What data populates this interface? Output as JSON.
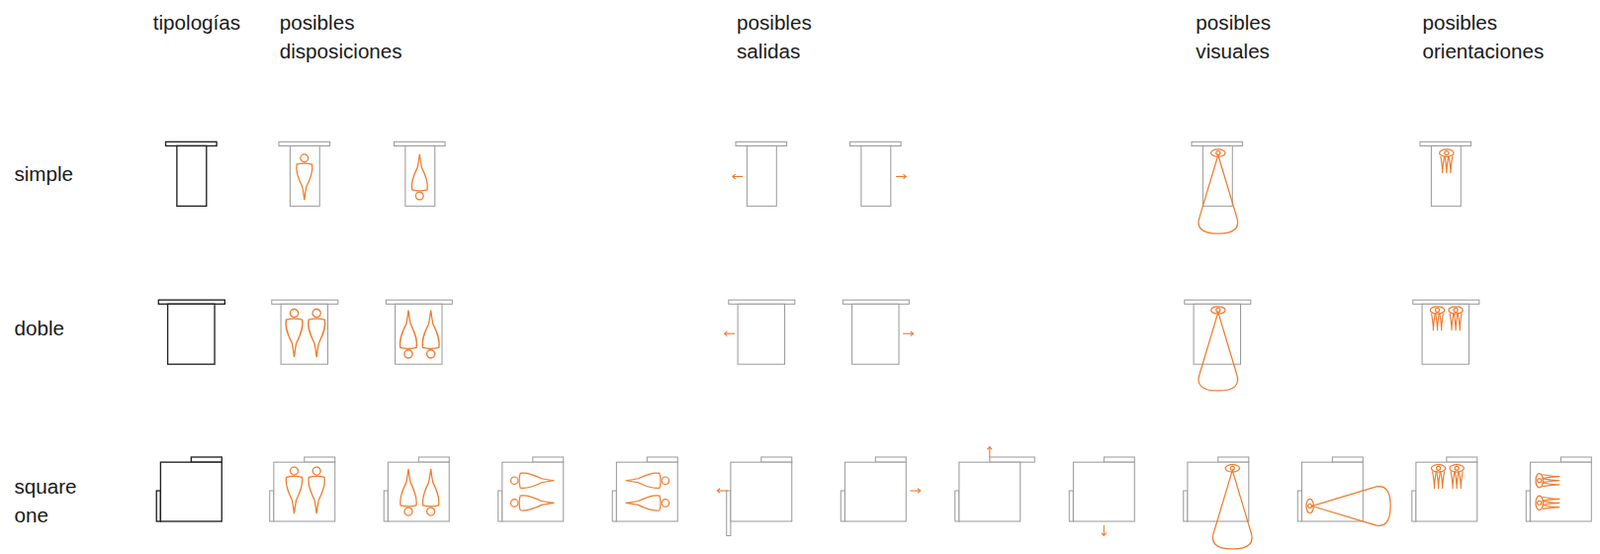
{
  "diagram": {
    "labels": [
      "tipologías",
      "posibles disposiciones",
      "posibles salidas",
      "posibles visuales",
      "posibles orientaciones",
      "simple",
      "doble",
      "square one"
    ]
  }
}
